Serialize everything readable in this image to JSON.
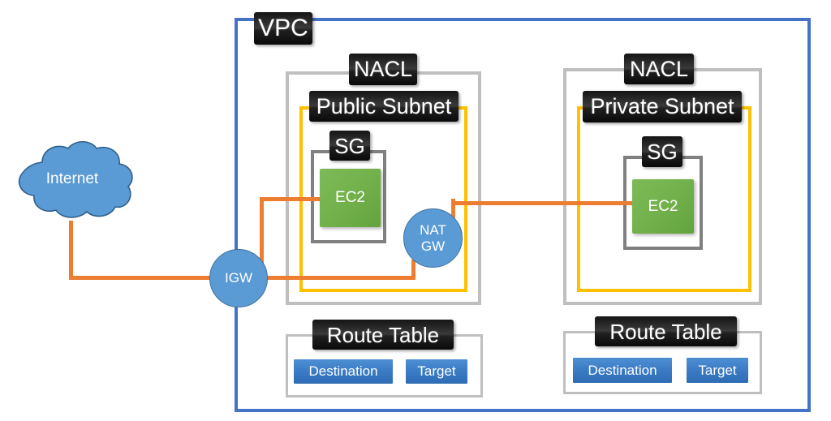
{
  "diagram": {
    "title": "AWS VPC network architecture diagram",
    "colors": {
      "vpc_border": "#4472C4",
      "nacl_border": "#BFBFBF",
      "subnet_border": "#FFC000",
      "sg_border": "#808080",
      "ec2_fill": "#70AD47",
      "gateway_fill": "#5B9BD5",
      "connector": "#ED7D31",
      "route_button": "#3A7BC4",
      "label_background": "#1A1A1A"
    }
  },
  "external": {
    "internet_label": "Internet"
  },
  "vpc": {
    "label": "VPC",
    "gateways": {
      "igw": "IGW",
      "nat_gw_line1": "NAT",
      "nat_gw_line2": "GW"
    },
    "zones": [
      {
        "nacl_label": "NACL",
        "subnet_label": "Public Subnet",
        "sg_label": "SG",
        "instance_label": "EC2",
        "route_table": {
          "title": "Route Table",
          "columns": [
            "Destination",
            "Target"
          ]
        }
      },
      {
        "nacl_label": "NACL",
        "subnet_label": "Private Subnet",
        "sg_label": "SG",
        "instance_label": "EC2",
        "route_table": {
          "title": "Route Table",
          "columns": [
            "Destination",
            "Target"
          ]
        }
      }
    ]
  }
}
